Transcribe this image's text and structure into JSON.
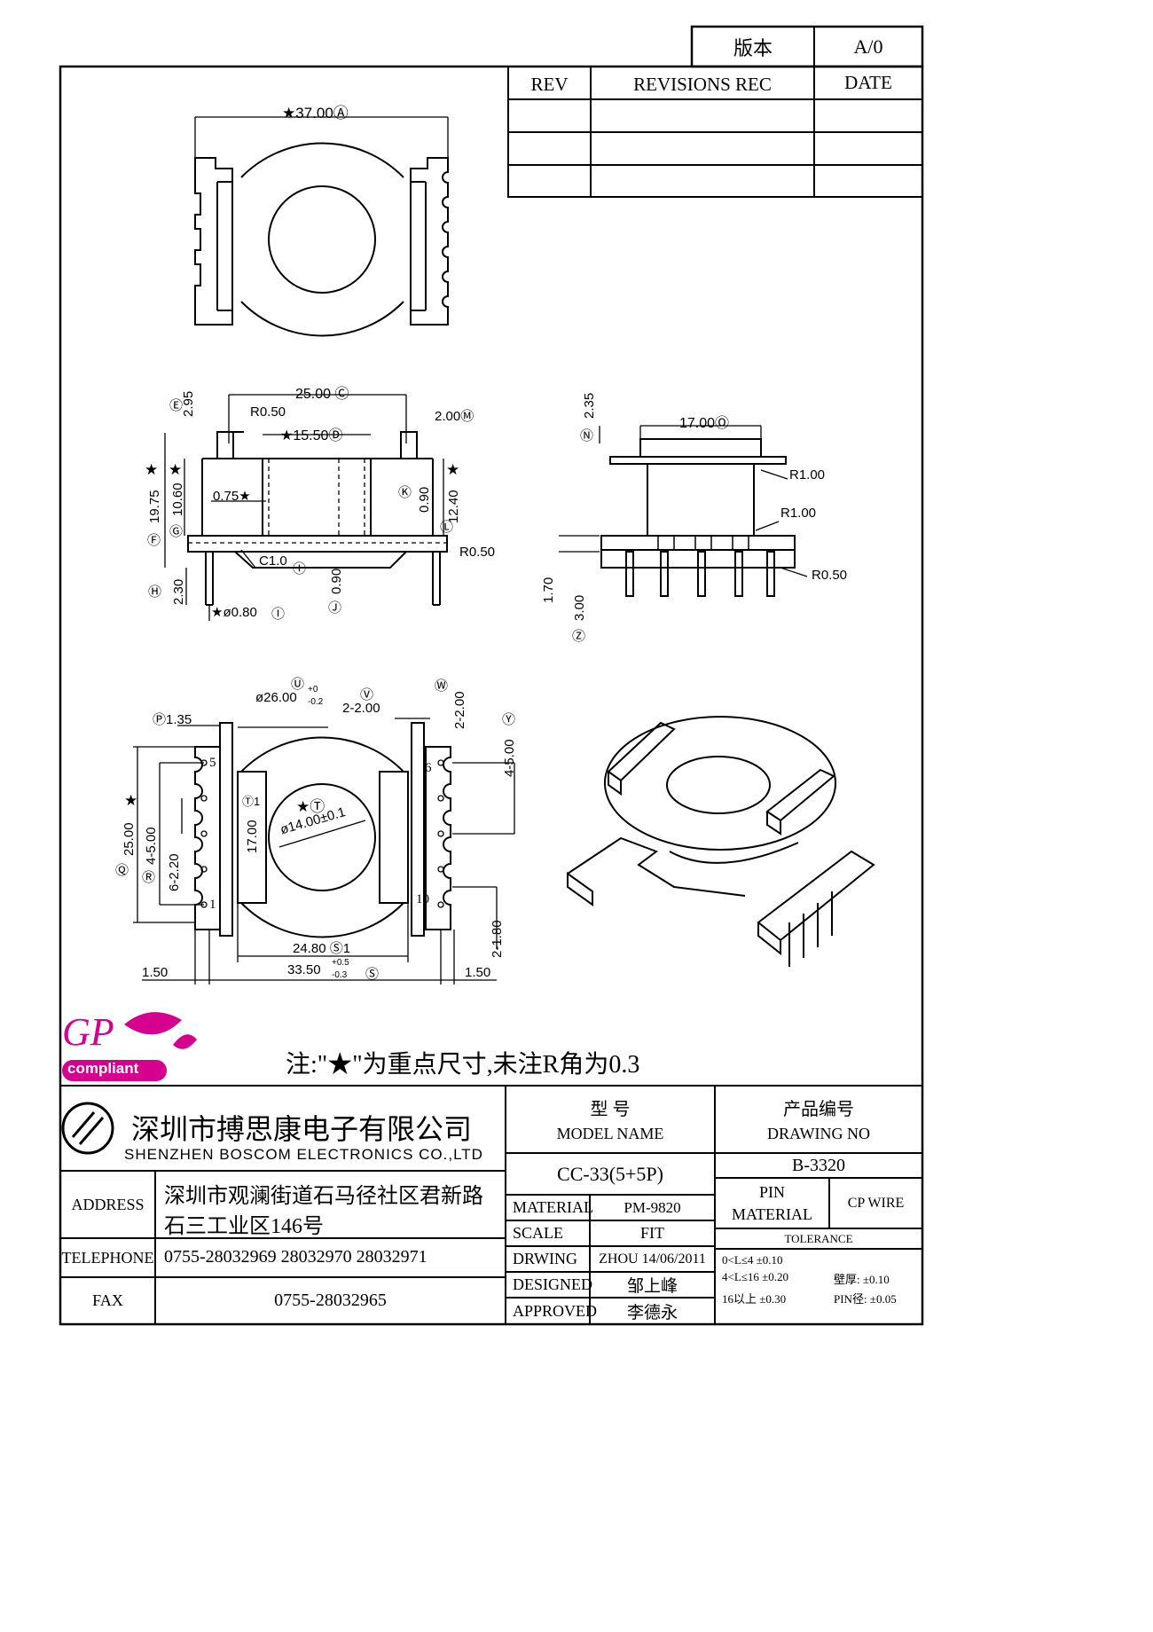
{
  "version_box": {
    "label": "版本",
    "value": "A/0"
  },
  "revision_table": {
    "headers": [
      "REV",
      "REVISIONS REC",
      "DATE"
    ],
    "rows": [
      [
        "",
        "",
        ""
      ],
      [
        "",
        "",
        ""
      ],
      [
        "",
        "",
        ""
      ]
    ]
  },
  "dimensions": {
    "top_view": {
      "width": "★37.00Ⓐ"
    },
    "front_view": {
      "c": "25.00 Ⓒ",
      "r050_top": "R0.50",
      "m": "2.00Ⓜ",
      "d": "★15.50Ⓓ",
      "e_label": "Ⓔ",
      "e": "2.95",
      "f_label": "Ⓕ",
      "f": "19.75",
      "g_label": "Ⓖ",
      "g": "10.60",
      "wall": "0.75★",
      "k_label": "Ⓚ",
      "k": "0.90",
      "l_label": "Ⓛ",
      "l": "12.40",
      "c10": "C1.0",
      "i1_label": "Ⓘ",
      "j_label": "Ⓙ",
      "j": "0.90",
      "r050_pin": "R0.50",
      "h_label": "Ⓗ",
      "h": "2.30",
      "pin_dia": "★ø0.80",
      "i_label": "Ⓘ",
      "star1": "★",
      "star2": "★",
      "star3": "★"
    },
    "side_view": {
      "n_label": "Ⓝ",
      "n": "2.35",
      "o": "17.00Ⓞ",
      "r100a": "R1.00",
      "r100b": "R1.00",
      "r050": "R0.50",
      "v170": "1.70",
      "v300": "3.00",
      "z_label": "Ⓩ"
    },
    "bottom_view": {
      "u_label": "Ⓤ",
      "u": "ø26.00",
      "u_tol_top": "+0",
      "u_tol_bot": "-0.2",
      "v_label": "Ⓥ",
      "v": "2-2.00",
      "w_label": "Ⓦ",
      "w": "2-2.00",
      "p": "Ⓟ1.35",
      "y_label": "Ⓨ",
      "y": "4-5.00",
      "q_label": "Ⓠ",
      "q": "25.00",
      "r_label": "Ⓡ",
      "r": "4-5.00",
      "r2": "6-2.20",
      "t1_label": "Ⓣ1",
      "t1": "17.00",
      "t_label": "★Ⓣ",
      "t": "ø14.00±0.1",
      "pin5": "5",
      "pin1": "1",
      "pin6": "6",
      "pin10": "10",
      "s1": "24.80 Ⓢ1",
      "s": "33.50",
      "s_tol_top": "+0.5",
      "s_tol_bot": "-0.3",
      "s_label": "Ⓢ",
      "left150": "1.50",
      "right150": "1.50",
      "pitch": "2-1.80",
      "star_q": "★"
    }
  },
  "logo": {
    "gp": "GP",
    "compliant": "compliant"
  },
  "note": "注:\"★\"为重点尺寸,未注R角为0.3",
  "company": {
    "name_cn": "深圳市搏思康电子有限公司",
    "name_en": "SHENZHEN BOSCOM ELECTRONICS CO.,LTD",
    "address_label": "ADDRESS",
    "address_line1": "深圳市观澜街道石马径社区君新路",
    "address_line2": "石三工业区146号",
    "telephone_label": "TELEPHONE",
    "telephone": "0755-28032969 28032970 28032971",
    "fax_label": "FAX",
    "fax": "0755-28032965"
  },
  "model": {
    "label_cn": "型      号",
    "label_en": "MODEL NAME",
    "value": "CC-33(5+5P)",
    "material_label": "MATERIAL",
    "material": "PM-9820",
    "scale_label": "SCALE",
    "scale": "FIT",
    "drwing_label": "DRWING",
    "drwing": "ZHOU 14/06/2011",
    "designed_label": "DESIGNED",
    "designed": "邹上峰",
    "approved_label": "APPROVED",
    "approved": "李德永"
  },
  "drawing_no": {
    "label_cn": "产品编号",
    "label_en": "DRAWING NO",
    "value": "B-3320",
    "pin_label": "PIN",
    "pin_material_label": "MATERIAL",
    "pin_material": "CP WIRE",
    "tolerance_label": "TOLERANCE",
    "tol1": "0<L≤4  ±0.10",
    "tol2": "4<L≤16  ±0.20",
    "tol2b": "壁厚:  ±0.10",
    "tol3": "16以上      ±0.30",
    "tol3b": "PIN径: ±0.05"
  },
  "colors": {
    "logo_magenta": "#d6008f",
    "line": "#000000"
  }
}
